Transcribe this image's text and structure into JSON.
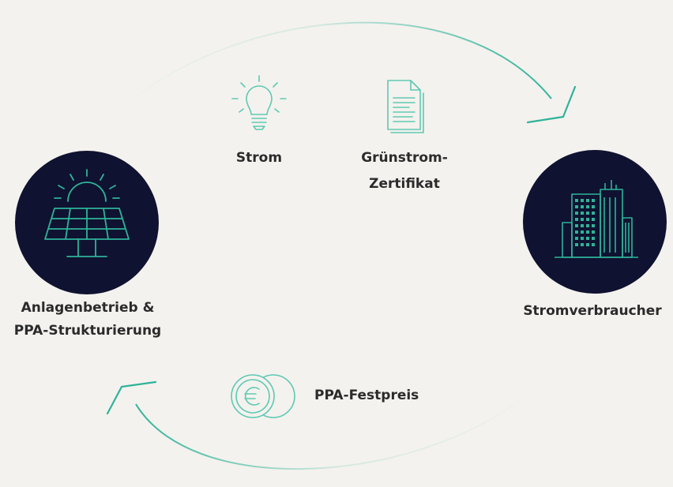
{
  "colors": {
    "background": "#f4f2ee",
    "accent": "#2fb39a",
    "accent_light": "#5ec9b4",
    "node_fill": "#0f1230",
    "text": "#2b2b2b"
  },
  "icons": {
    "left_node": "solar-panel-icon",
    "right_node": "office-buildings-icon",
    "strom": "light-bulb-icon",
    "zertifikat": "document-icon",
    "festpreis": "euro-coin-icon"
  },
  "nodes": {
    "left": {
      "line1": "Anlagenbetrieb &",
      "line2": "PPA-Strukturierung"
    },
    "right": {
      "label": "Stromverbraucher"
    }
  },
  "flows": {
    "strom": "Strom",
    "zertifikat": {
      "line1": "Grünstrom-",
      "line2": "Zertifikat"
    },
    "festpreis": "PPA-Festpreis"
  }
}
